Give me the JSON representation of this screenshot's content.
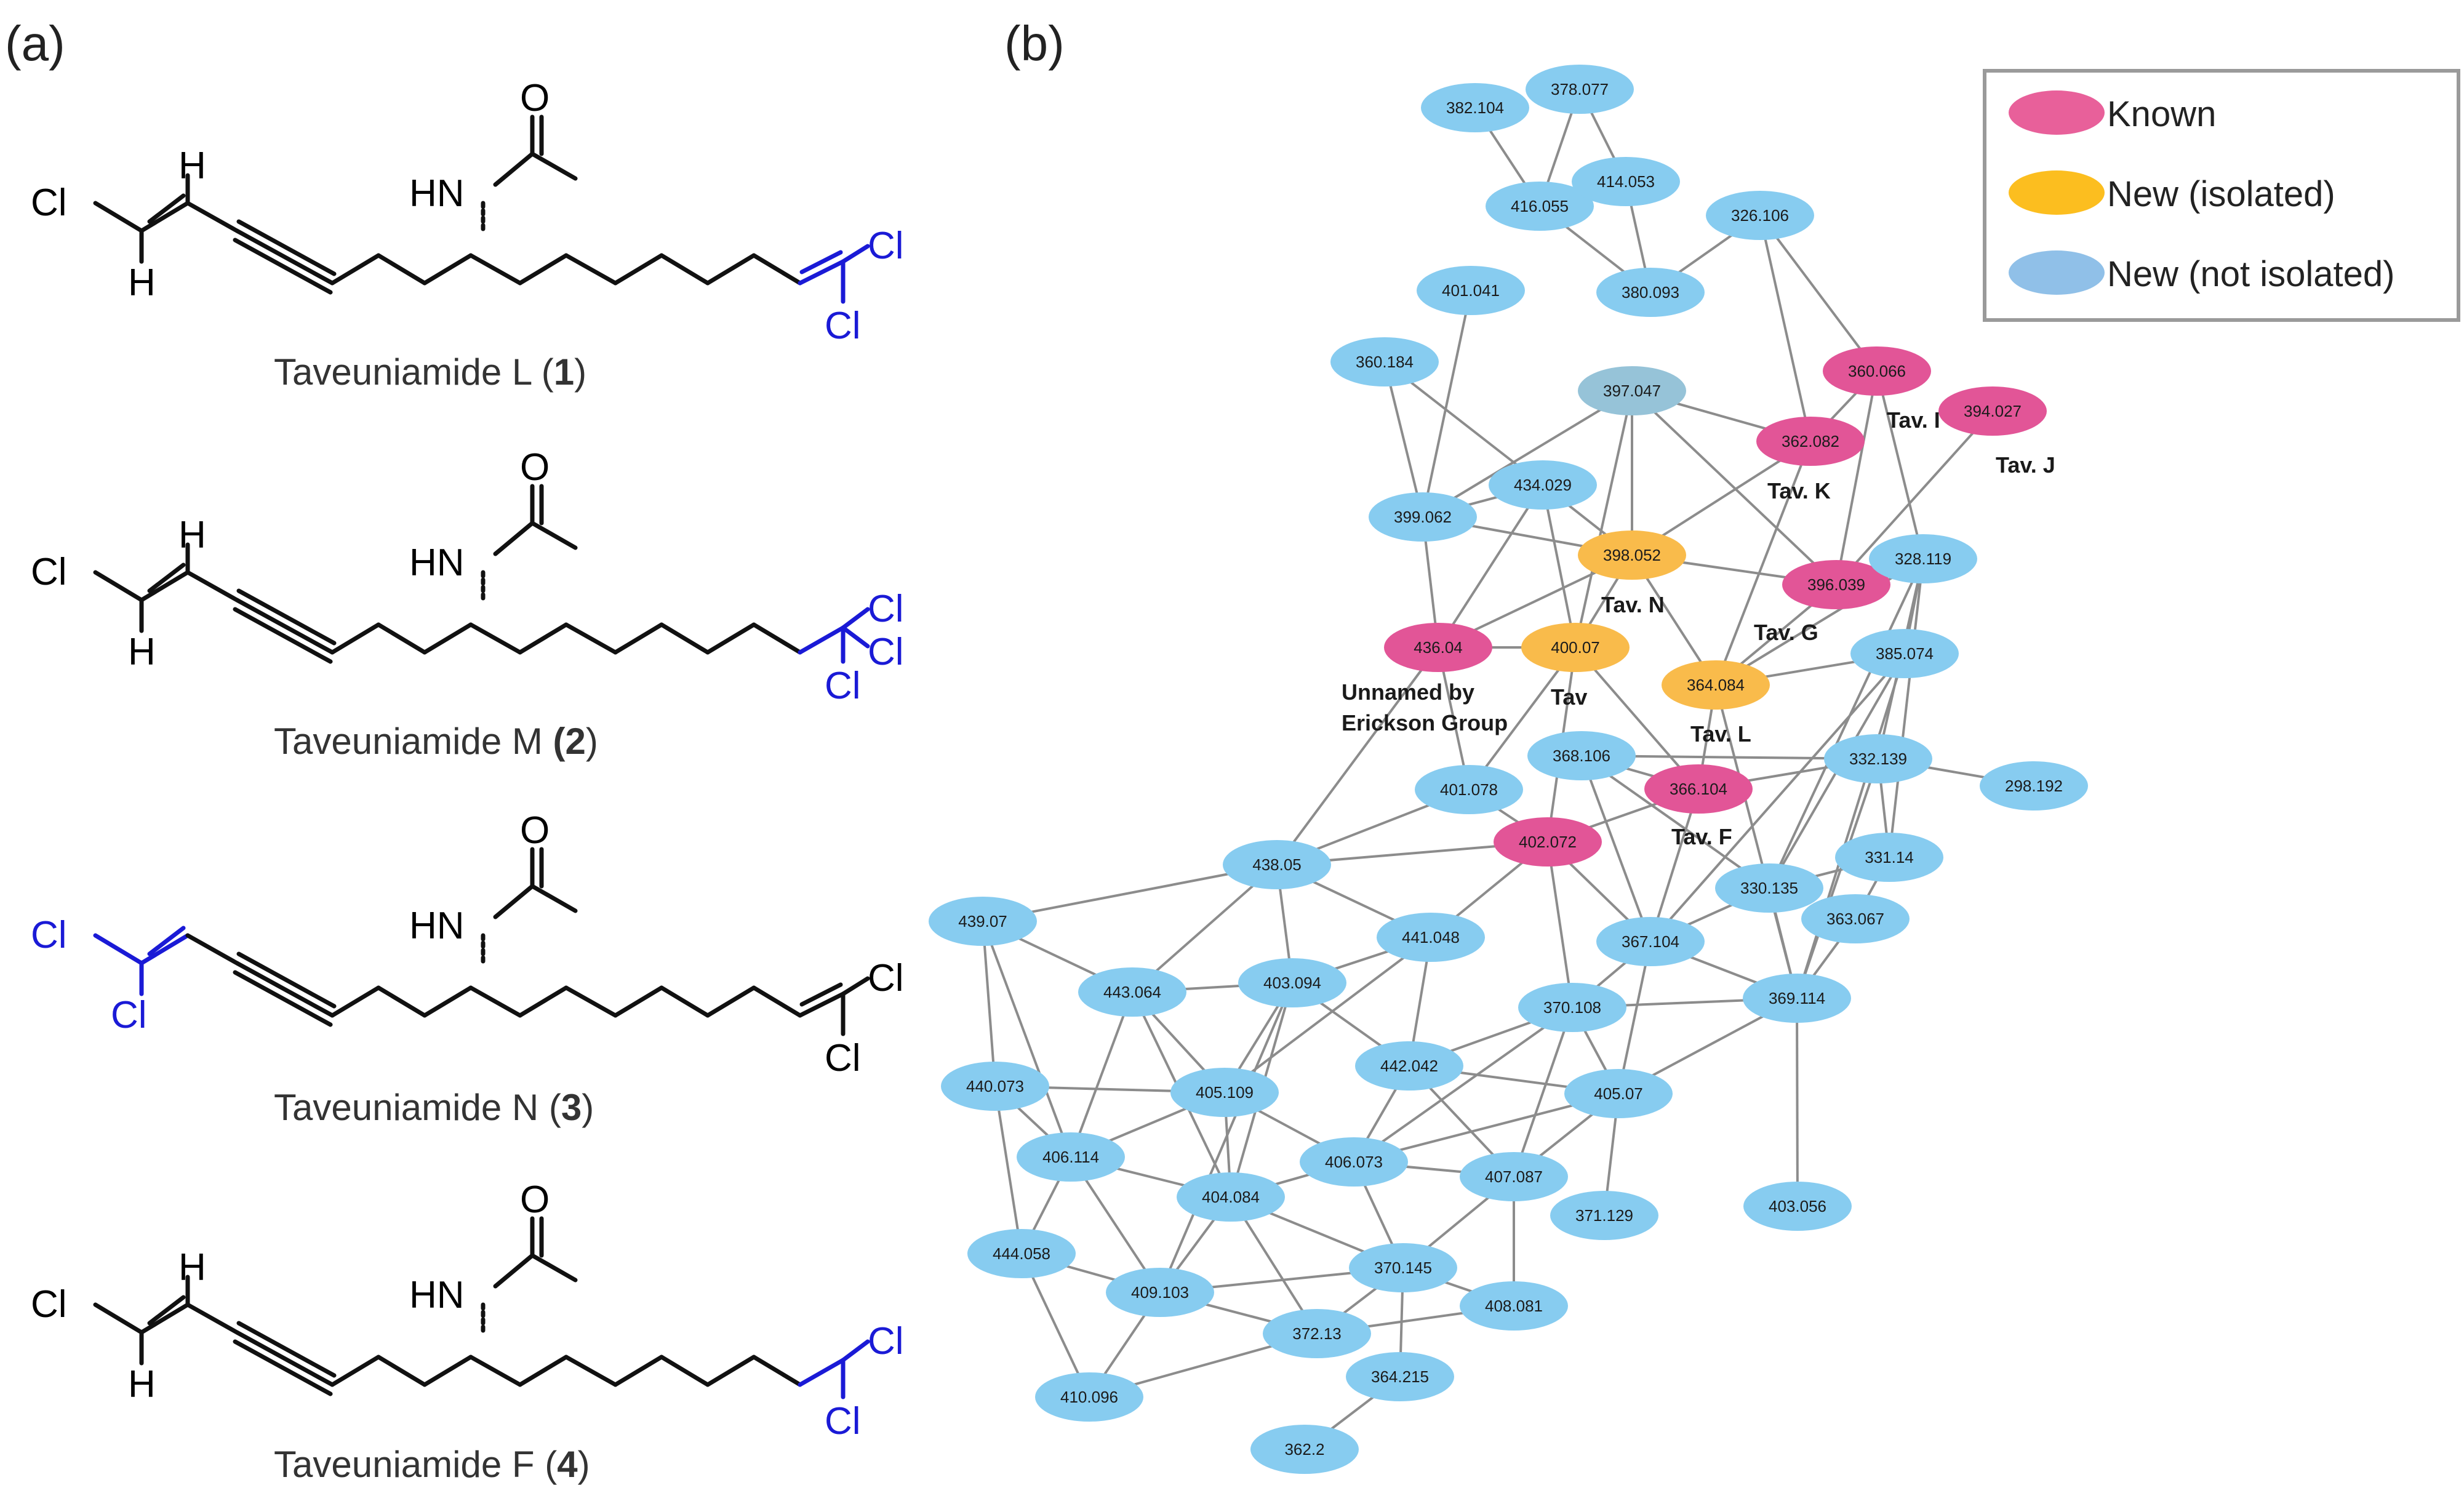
{
  "panel_labels": {
    "a": "(a)",
    "b": "(b)"
  },
  "atom_labels": {
    "chlorine": "Cl",
    "hydrogen": "H",
    "oxygen": "O",
    "amide_nh": "HN"
  },
  "structures": [
    {
      "name": "Taveuniamide L (",
      "number": "1",
      "close": ")"
    },
    {
      "name": "Taveuniamide M ",
      "number": "(2",
      "close": ")"
    },
    {
      "name": "Taveuniamide N (",
      "number": "3",
      "close": ")"
    },
    {
      "name": "Taveuniamide F (",
      "number": "4",
      "close": ")"
    }
  ],
  "legend": [
    {
      "label": "Known",
      "color": "#e8609a"
    },
    {
      "label": "New (isolated)",
      "color": "#fcbe1f"
    },
    {
      "label": "New (not isolated)",
      "color": "#90c0e8"
    }
  ],
  "colors": {
    "node_new": "#87ccf0",
    "node_known": "#e25597",
    "node_isolated": "#f9bb4b",
    "node_special": "#96c3d8",
    "edge": "#8c8c8c",
    "substituent": "#1a1ad6"
  },
  "network": {
    "nodes": [
      {
        "id": "382.104",
        "label": "382.104",
        "type": "new"
      },
      {
        "id": "378.077",
        "label": "378.077",
        "type": "new"
      },
      {
        "id": "416.055",
        "label": "416.055",
        "type": "new"
      },
      {
        "id": "414.053",
        "label": "414.053",
        "type": "new"
      },
      {
        "id": "326.106",
        "label": "326.106",
        "type": "new"
      },
      {
        "id": "401.041",
        "label": "401.041",
        "type": "new"
      },
      {
        "id": "380.093",
        "label": "380.093",
        "type": "new"
      },
      {
        "id": "360.184",
        "label": "360.184",
        "type": "new"
      },
      {
        "id": "397.047",
        "label": "397.047",
        "type": "special"
      },
      {
        "id": "360.066",
        "label": "360.066",
        "type": "known"
      },
      {
        "id": "394.027",
        "label": "394.027",
        "type": "known"
      },
      {
        "id": "362.082",
        "label": "362.082",
        "type": "known"
      },
      {
        "id": "434.029",
        "label": "434.029",
        "type": "new"
      },
      {
        "id": "399.062",
        "label": "399.062",
        "type": "new"
      },
      {
        "id": "398.052",
        "label": "398.052",
        "type": "isolated"
      },
      {
        "id": "396.039",
        "label": "396.039",
        "type": "known"
      },
      {
        "id": "328.119",
        "label": "328.119",
        "type": "new"
      },
      {
        "id": "436.04",
        "label": "436.04",
        "type": "known"
      },
      {
        "id": "400.07",
        "label": "400.07",
        "type": "isolated"
      },
      {
        "id": "385.074",
        "label": "385.074",
        "type": "new"
      },
      {
        "id": "364.084",
        "label": "364.084",
        "type": "isolated"
      },
      {
        "id": "368.106",
        "label": "368.106",
        "type": "new"
      },
      {
        "id": "332.139",
        "label": "332.139",
        "type": "new"
      },
      {
        "id": "366.104",
        "label": "366.104",
        "type": "known"
      },
      {
        "id": "298.192",
        "label": "298.192",
        "type": "new"
      },
      {
        "id": "401.078",
        "label": "401.078",
        "type": "new"
      },
      {
        "id": "402.072",
        "label": "402.072",
        "type": "known"
      },
      {
        "id": "438.05",
        "label": "438.05",
        "type": "new"
      },
      {
        "id": "331.14",
        "label": "331.14",
        "type": "new"
      },
      {
        "id": "330.135",
        "label": "330.135",
        "type": "new"
      },
      {
        "id": "439.07",
        "label": "439.07",
        "type": "new"
      },
      {
        "id": "363.067",
        "label": "363.067",
        "type": "new"
      },
      {
        "id": "441.048",
        "label": "441.048",
        "type": "new"
      },
      {
        "id": "367.104",
        "label": "367.104",
        "type": "new"
      },
      {
        "id": "443.064",
        "label": "443.064",
        "type": "new"
      },
      {
        "id": "403.094",
        "label": "403.094",
        "type": "new"
      },
      {
        "id": "369.114",
        "label": "369.114",
        "type": "new"
      },
      {
        "id": "370.108",
        "label": "370.108",
        "type": "new"
      },
      {
        "id": "442.042",
        "label": "442.042",
        "type": "new"
      },
      {
        "id": "440.073",
        "label": "440.073",
        "type": "new"
      },
      {
        "id": "405.109",
        "label": "405.109",
        "type": "new"
      },
      {
        "id": "405.07",
        "label": "405.07",
        "type": "new"
      },
      {
        "id": "406.114",
        "label": "406.114",
        "type": "new"
      },
      {
        "id": "406.073",
        "label": "406.073",
        "type": "new"
      },
      {
        "id": "407.087",
        "label": "407.087",
        "type": "new"
      },
      {
        "id": "404.084",
        "label": "404.084",
        "type": "new"
      },
      {
        "id": "371.129",
        "label": "371.129",
        "type": "new"
      },
      {
        "id": "403.056",
        "label": "403.056",
        "type": "new"
      },
      {
        "id": "444.058",
        "label": "444.058",
        "type": "new"
      },
      {
        "id": "370.145",
        "label": "370.145",
        "type": "new"
      },
      {
        "id": "409.103",
        "label": "409.103",
        "type": "new"
      },
      {
        "id": "408.081",
        "label": "408.081",
        "type": "new"
      },
      {
        "id": "372.13",
        "label": "372.13",
        "type": "new"
      },
      {
        "id": "364.215",
        "label": "364.215",
        "type": "new"
      },
      {
        "id": "410.096",
        "label": "410.096",
        "type": "new"
      },
      {
        "id": "362.2",
        "label": "362.2",
        "type": "new"
      }
    ],
    "edges": [
      [
        "382.104",
        "416.055"
      ],
      [
        "378.077",
        "416.055"
      ],
      [
        "378.077",
        "414.053"
      ],
      [
        "416.055",
        "414.053"
      ],
      [
        "416.055",
        "380.093"
      ],
      [
        "414.053",
        "380.093"
      ],
      [
        "380.093",
        "326.106"
      ],
      [
        "326.106",
        "362.082"
      ],
      [
        "326.106",
        "360.066"
      ],
      [
        "401.041",
        "399.062"
      ],
      [
        "360.184",
        "399.062"
      ],
      [
        "360.184",
        "434.029"
      ],
      [
        "397.047",
        "398.052"
      ],
      [
        "397.047",
        "362.082"
      ],
      [
        "397.047",
        "399.062"
      ],
      [
        "397.047",
        "400.07"
      ],
      [
        "397.047",
        "396.039"
      ],
      [
        "360.066",
        "362.082"
      ],
      [
        "360.066",
        "396.039"
      ],
      [
        "360.066",
        "328.119"
      ],
      [
        "394.027",
        "396.039"
      ],
      [
        "362.082",
        "398.052"
      ],
      [
        "362.082",
        "364.084"
      ],
      [
        "434.029",
        "399.062"
      ],
      [
        "434.029",
        "398.052"
      ],
      [
        "434.029",
        "436.04"
      ],
      [
        "434.029",
        "400.07"
      ],
      [
        "399.062",
        "398.052"
      ],
      [
        "399.062",
        "436.04"
      ],
      [
        "398.052",
        "396.039"
      ],
      [
        "398.052",
        "400.07"
      ],
      [
        "398.052",
        "364.084"
      ],
      [
        "398.052",
        "436.04"
      ],
      [
        "396.039",
        "364.084"
      ],
      [
        "328.119",
        "385.074"
      ],
      [
        "328.119",
        "332.139"
      ],
      [
        "328.119",
        "330.135"
      ],
      [
        "328.119",
        "331.14"
      ],
      [
        "328.119",
        "364.084"
      ],
      [
        "436.04",
        "400.07"
      ],
      [
        "436.04",
        "401.078"
      ],
      [
        "436.04",
        "438.05"
      ],
      [
        "400.07",
        "401.078"
      ],
      [
        "400.07",
        "402.072"
      ],
      [
        "400.07",
        "366.104"
      ],
      [
        "385.074",
        "364.084"
      ],
      [
        "385.074",
        "330.135"
      ],
      [
        "385.074",
        "369.114"
      ],
      [
        "385.074",
        "367.104"
      ],
      [
        "364.084",
        "366.104"
      ],
      [
        "364.084",
        "369.114"
      ],
      [
        "368.106",
        "366.104"
      ],
      [
        "368.106",
        "332.139"
      ],
      [
        "368.106",
        "367.104"
      ],
      [
        "368.106",
        "330.135"
      ],
      [
        "332.139",
        "298.192"
      ],
      [
        "332.139",
        "331.14"
      ],
      [
        "332.139",
        "366.104"
      ],
      [
        "332.139",
        "369.114"
      ],
      [
        "366.104",
        "402.072"
      ],
      [
        "366.104",
        "367.104"
      ],
      [
        "401.078",
        "438.05"
      ],
      [
        "401.078",
        "402.072"
      ],
      [
        "402.072",
        "438.05"
      ],
      [
        "402.072",
        "441.048"
      ],
      [
        "402.072",
        "367.104"
      ],
      [
        "402.072",
        "370.108"
      ],
      [
        "438.05",
        "439.07"
      ],
      [
        "438.05",
        "443.064"
      ],
      [
        "438.05",
        "403.094"
      ],
      [
        "438.05",
        "441.048"
      ],
      [
        "331.14",
        "330.135"
      ],
      [
        "331.14",
        "363.067"
      ],
      [
        "330.135",
        "369.114"
      ],
      [
        "330.135",
        "367.104"
      ],
      [
        "439.07",
        "443.064"
      ],
      [
        "439.07",
        "440.073"
      ],
      [
        "439.07",
        "406.114"
      ],
      [
        "363.067",
        "369.114"
      ],
      [
        "441.048",
        "403.094"
      ],
      [
        "441.048",
        "442.042"
      ],
      [
        "441.048",
        "405.109"
      ],
      [
        "367.104",
        "370.108"
      ],
      [
        "367.104",
        "369.114"
      ],
      [
        "367.104",
        "405.07"
      ],
      [
        "443.064",
        "403.094"
      ],
      [
        "443.064",
        "405.109"
      ],
      [
        "443.064",
        "406.114"
      ],
      [
        "443.064",
        "404.084"
      ],
      [
        "403.094",
        "442.042"
      ],
      [
        "403.094",
        "405.109"
      ],
      [
        "403.094",
        "404.084"
      ],
      [
        "403.094",
        "409.103"
      ],
      [
        "369.114",
        "370.108"
      ],
      [
        "369.114",
        "405.07"
      ],
      [
        "369.114",
        "403.056"
      ],
      [
        "370.108",
        "442.042"
      ],
      [
        "370.108",
        "405.07"
      ],
      [
        "370.108",
        "406.073"
      ],
      [
        "370.108",
        "407.087"
      ],
      [
        "442.042",
        "405.07"
      ],
      [
        "442.042",
        "406.073"
      ],
      [
        "442.042",
        "407.087"
      ],
      [
        "440.073",
        "405.109"
      ],
      [
        "440.073",
        "406.114"
      ],
      [
        "440.073",
        "444.058"
      ],
      [
        "405.109",
        "406.114"
      ],
      [
        "405.109",
        "404.084"
      ],
      [
        "405.109",
        "406.073"
      ],
      [
        "405.07",
        "406.073"
      ],
      [
        "405.07",
        "407.087"
      ],
      [
        "405.07",
        "371.129"
      ],
      [
        "406.114",
        "404.084"
      ],
      [
        "406.114",
        "444.058"
      ],
      [
        "406.114",
        "409.103"
      ],
      [
        "406.073",
        "404.084"
      ],
      [
        "406.073",
        "407.087"
      ],
      [
        "406.073",
        "370.145"
      ],
      [
        "407.087",
        "370.145"
      ],
      [
        "407.087",
        "408.081"
      ],
      [
        "404.084",
        "370.145"
      ],
      [
        "404.084",
        "409.103"
      ],
      [
        "404.084",
        "372.13"
      ],
      [
        "444.058",
        "409.103"
      ],
      [
        "444.058",
        "410.096"
      ],
      [
        "370.145",
        "409.103"
      ],
      [
        "370.145",
        "408.081"
      ],
      [
        "370.145",
        "372.13"
      ],
      [
        "370.145",
        "364.215"
      ],
      [
        "409.103",
        "372.13"
      ],
      [
        "409.103",
        "410.096"
      ],
      [
        "408.081",
        "372.13"
      ],
      [
        "372.13",
        "410.096"
      ],
      [
        "364.215",
        "362.2"
      ]
    ],
    "tags": [
      {
        "node": "360.066",
        "lines": [
          "Tav. I"
        ]
      },
      {
        "node": "394.027",
        "lines": [
          "Tav. J"
        ]
      },
      {
        "node": "362.082",
        "lines": [
          "Tav. K"
        ]
      },
      {
        "node": "398.052",
        "lines": [
          "Tav. N"
        ]
      },
      {
        "node": "396.039",
        "lines": [
          "Tav. G"
        ]
      },
      {
        "node": "436.04",
        "lines": [
          "Unnamed by",
          "Erickson Group"
        ]
      },
      {
        "node": "400.07",
        "lines": [
          "Tav"
        ]
      },
      {
        "node": "364.084",
        "lines": [
          "Tav. L"
        ]
      },
      {
        "node": "366.104",
        "lines": [
          "Tav. F"
        ]
      }
    ]
  }
}
